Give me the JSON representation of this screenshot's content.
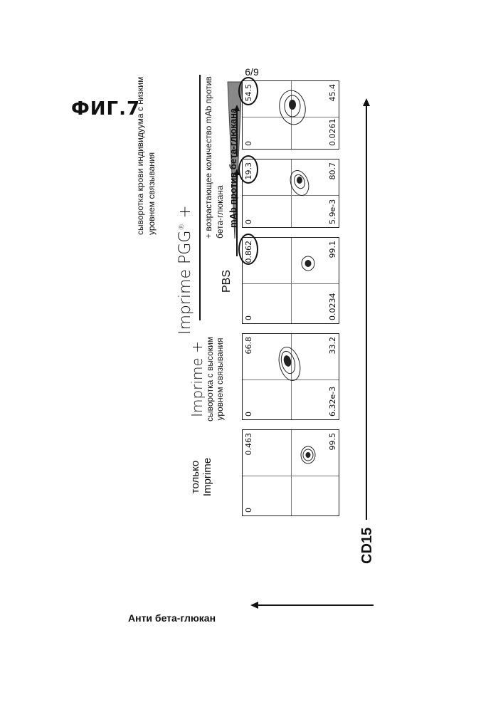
{
  "page_number": "6/9",
  "figure_label": "ФИГ.7",
  "axis": {
    "x_label": "CD15",
    "y_label": "Анти бета-глюкан"
  },
  "headers": {
    "imprime_pgg_text": "Imprime PGG",
    "registered_mark": "®",
    "plus": "+",
    "low_binding_serum": "сыворотка крови индивидуума с низким уровнем связывания",
    "increasing_mab": "+ возрастающее количество mAb против бета-глюкана"
  },
  "panels": [
    {
      "condition_line1": "только",
      "condition_line2": "Imprime",
      "tl": "0",
      "tr": "0.463",
      "bl": "",
      "br": "99.5"
    },
    {
      "condition_line1": "Imprime +",
      "condition_line2": "сыворотка с высоким уровнем связывания",
      "tl": "0",
      "tr": "66.8",
      "bl": "6.32e-3",
      "br": "33.2"
    },
    {
      "condition_line1": "PBS",
      "condition_line2": "",
      "tl": "0",
      "tr": "0.862",
      "bl": "0.0234",
      "br": "99.1"
    },
    {
      "condition_line1": "",
      "condition_line2": "",
      "tl": "0",
      "tr": "19.3",
      "bl": "5.9e-3",
      "br": "80.7"
    },
    {
      "condition_line1": "",
      "condition_line2": "",
      "tl": "0",
      "tr": "54.5",
      "bl": "0.0261",
      "br": "45.4"
    }
  ],
  "wedge_label": "mAb против бета-глюкана"
}
